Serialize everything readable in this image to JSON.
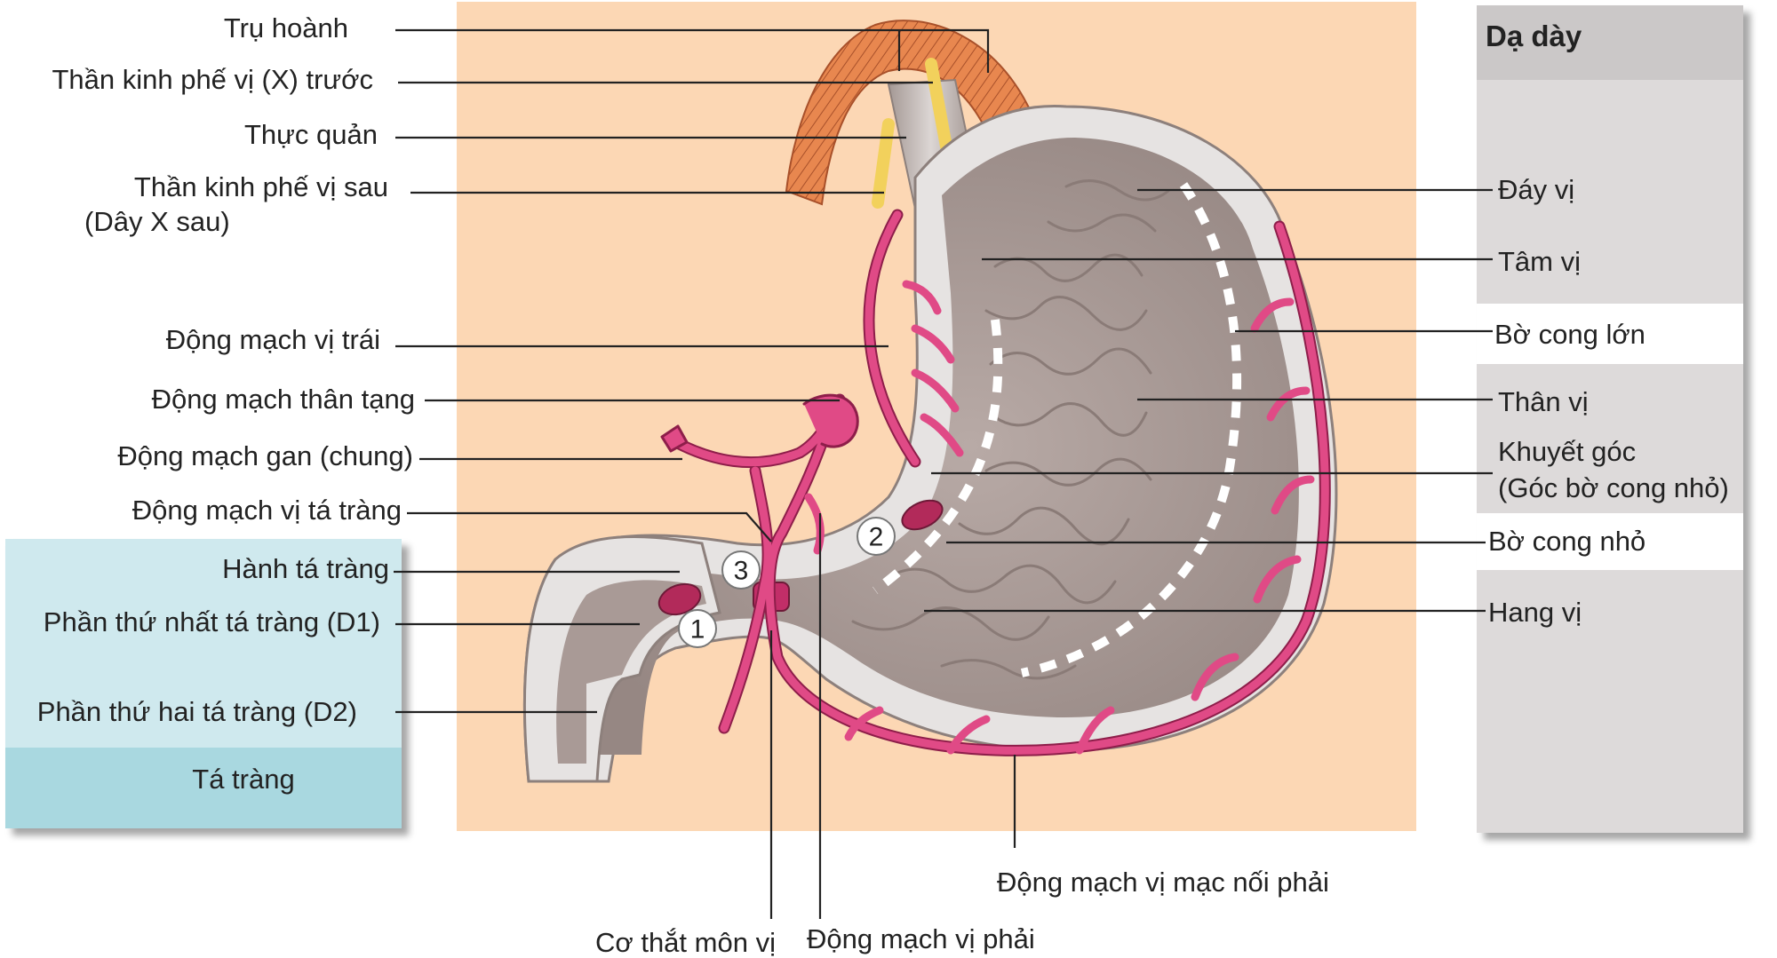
{
  "legend": {
    "stomach_title": "Dạ dày",
    "duodenum_title": "Tá tràng"
  },
  "labels": {
    "tru_hoanh": "Trụ hoành",
    "than_kinh_truoc": "Thần kinh phế vị (X) trước",
    "thuc_quan": "Thực quản",
    "than_kinh_sau_1": "Thần kinh phế vị sau",
    "than_kinh_sau_2": "(Dây X sau)",
    "dm_vi_trai": "Động mạch vị trái",
    "dm_than_tang": "Động mạch thân tạng",
    "dm_gan": "Động mạch gan (chung)",
    "dm_vi_ta_trang": "Động mạch vị tá tràng",
    "hanh_ta_trang": "Hành tá tràng",
    "d1": "Phần thứ nhất tá tràng (D1)",
    "d2": "Phần thứ hai tá tràng (D2)",
    "day_vi": "Đáy vị",
    "tam_vi": "Tâm vị",
    "bo_cong_lon": "Bờ cong lớn",
    "than_vi": "Thân vị",
    "khuyet_goc_1": "Khuyết góc",
    "khuyet_goc_2": "(Góc bờ cong nhỏ)",
    "bo_cong_nho": "Bờ cong nhỏ",
    "hang_vi": "Hang vị",
    "dm_vi_mac_noi_phai": "Động mạch vị mạc nối phải",
    "co_that_mon_vi": "Cơ thắt môn vị",
    "dm_vi_phai": "Động mạch vị phải"
  },
  "markers": [
    "1",
    "2",
    "3"
  ],
  "colors": {
    "background_panel": "#fcd7b4",
    "stomach_panel": "#dddada",
    "stomach_header": "#cbc8c8",
    "duodenum_panel": "#cfe9ee",
    "duodenum_footer": "#a9d8e0",
    "artery": "#e04a86",
    "stomach_wall": "#e6e3e2",
    "mucosa": "#a99a96",
    "diaphragm": "#e8874f",
    "nerve": "#f2d15c"
  }
}
